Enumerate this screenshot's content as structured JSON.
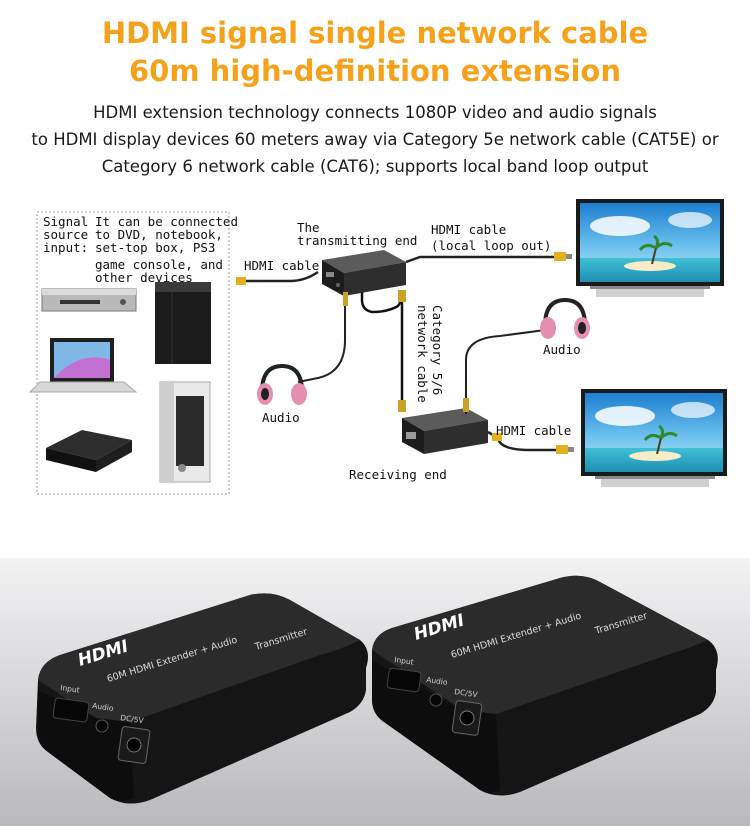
{
  "header": {
    "title_line1": "HDMI signal single network cable",
    "title_line2": "60m high-definition extension",
    "title_color": "#f5a21a",
    "description_line1": "HDMI extension technology connects 1080P video and audio  signals",
    "description_line2": "to HDMI display devices 60 meters away via Category 5e network cable (CAT5E) or",
    "description_line3": "Category 6 network cable (CAT6); supports local band loop output"
  },
  "diagram": {
    "source_label_line1": "Signal",
    "source_label_line2": "source",
    "source_label_line3": "input:",
    "source_devices_line1": "It can be connected",
    "source_devices_line2": "to DVD, notebook,",
    "source_devices_line3": "set-top box, PS3",
    "source_devices_line4": "game console, and",
    "source_devices_line5": "other devices",
    "transmitter_label_line1": "The",
    "transmitter_label_line2": "transmitting end",
    "hdmi_loop_label_line1": "HDMI cable",
    "hdmi_loop_label_line2": "(local loop out)",
    "hdmi_input_label": "HDMI cable",
    "network_cable_label_line1": "Category 5/6",
    "network_cable_label_line2": "network cable",
    "audio_label_left": "Audio",
    "audio_label_right": "Audio",
    "receiver_label": "Receiving end",
    "hdmi_output_label": "HDMI cable"
  },
  "product": {
    "left_brand": "HDMI",
    "left_model": "60M HDMI Extender + Audio",
    "left_role": "Transmitter",
    "left_port_input": "Input",
    "left_port_audio": "Audio",
    "left_port_dc": "DC/5V",
    "right_brand": "HDMI",
    "right_model": "60M HDMI Extender + Audio",
    "right_role": "Transmitter",
    "right_port_input": "Input",
    "right_port_audio": "Audio",
    "right_port_dc": "DC/5V"
  }
}
